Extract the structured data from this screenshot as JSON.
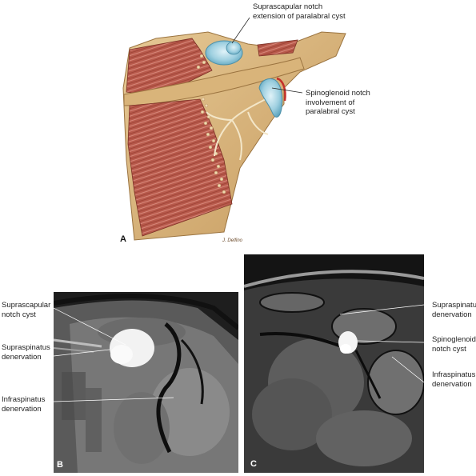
{
  "panel_a": {
    "letter": "A",
    "signature": "J. Delfino",
    "labels": {
      "suprascapular_1": "Suprascapular notch",
      "suprascapular_2": "extension of paralabral cyst",
      "spinoglenoid_1": "Spinoglenoid notch",
      "spinoglenoid_2": "involvement of",
      "spinoglenoid_3": "paralabral cyst"
    }
  },
  "panel_b": {
    "letter": "B",
    "labels": {
      "suprascapular_1": "Suprascapular",
      "suprascapular_2": "notch cyst",
      "supraspinatus_1": "Supraspinatus",
      "supraspinatus_2": "denervation",
      "infraspinatus_1": "Infraspinatus",
      "infraspinatus_2": "denervation"
    }
  },
  "panel_c": {
    "letter": "C",
    "labels": {
      "supraspinatus_1": "Supraspinatus",
      "supraspinatus_2": "denervation",
      "spinoglenoid_1": "Spinoglenoid",
      "spinoglenoid_2": "notch cyst",
      "infraspinatus_1": "Infraspinatus",
      "infraspinatus_2": "denervation"
    }
  }
}
